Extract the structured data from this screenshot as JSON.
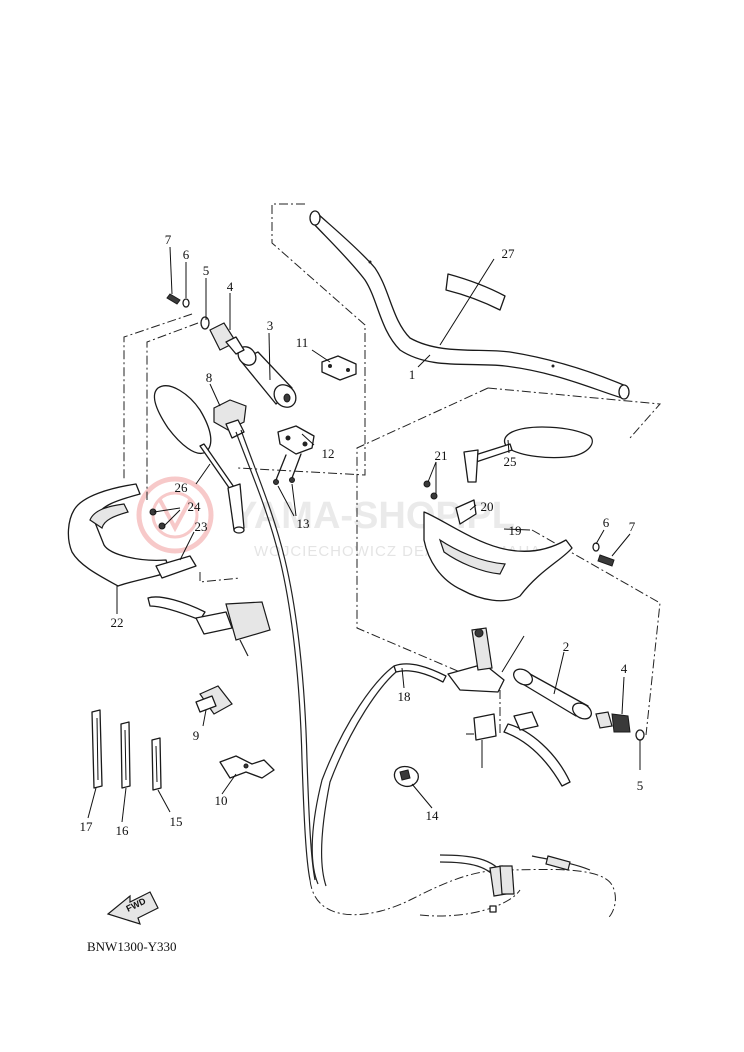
{
  "diagram_code": "BNW1300-Y330",
  "direction_marker": "FWD",
  "watermark": {
    "brand": "YAMA-SHOP.PL",
    "subtitle": "WOJCIECHOWICZ DEALER YAMAHA"
  },
  "callouts": [
    {
      "id": "c1",
      "label": "1"
    },
    {
      "id": "c2",
      "label": "2"
    },
    {
      "id": "c3",
      "label": "3"
    },
    {
      "id": "c4a",
      "label": "4"
    },
    {
      "id": "c4b",
      "label": "4"
    },
    {
      "id": "c5a",
      "label": "5"
    },
    {
      "id": "c5b",
      "label": "5"
    },
    {
      "id": "c6a",
      "label": "6"
    },
    {
      "id": "c6b",
      "label": "6"
    },
    {
      "id": "c7a",
      "label": "7"
    },
    {
      "id": "c7b",
      "label": "7"
    },
    {
      "id": "c8",
      "label": "8"
    },
    {
      "id": "c9",
      "label": "9"
    },
    {
      "id": "c10",
      "label": "10"
    },
    {
      "id": "c11",
      "label": "11"
    },
    {
      "id": "c12",
      "label": "12"
    },
    {
      "id": "c13",
      "label": "13"
    },
    {
      "id": "c14",
      "label": "14"
    },
    {
      "id": "c15",
      "label": "15"
    },
    {
      "id": "c16",
      "label": "16"
    },
    {
      "id": "c17",
      "label": "17"
    },
    {
      "id": "c18",
      "label": "18"
    },
    {
      "id": "c19",
      "label": "19"
    },
    {
      "id": "c20",
      "label": "20"
    },
    {
      "id": "c21",
      "label": "21"
    },
    {
      "id": "c22",
      "label": "22"
    },
    {
      "id": "c23",
      "label": "23"
    },
    {
      "id": "c24",
      "label": "24"
    },
    {
      "id": "c25",
      "label": "25"
    },
    {
      "id": "c26",
      "label": "26"
    },
    {
      "id": "c27",
      "label": "27"
    }
  ]
}
